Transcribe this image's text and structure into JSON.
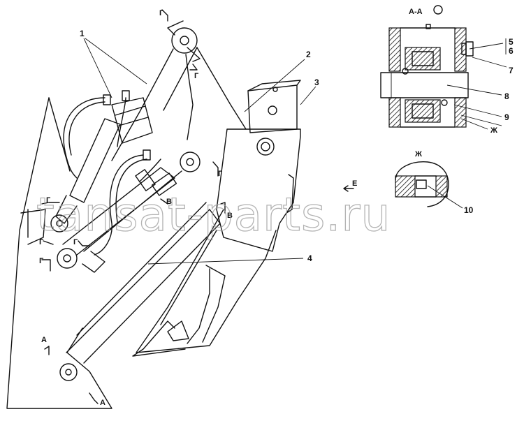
{
  "diagram": {
    "section_title": "А-А",
    "watermark": "tansat-parts.ru",
    "part_labels": [
      "1",
      "2",
      "3",
      "4",
      "5",
      "6",
      "7",
      "8",
      "9",
      "10"
    ],
    "section_marks": {
      "g": "Г",
      "v": "В",
      "a": "А",
      "e": "Е",
      "zh": "Ж"
    }
  }
}
